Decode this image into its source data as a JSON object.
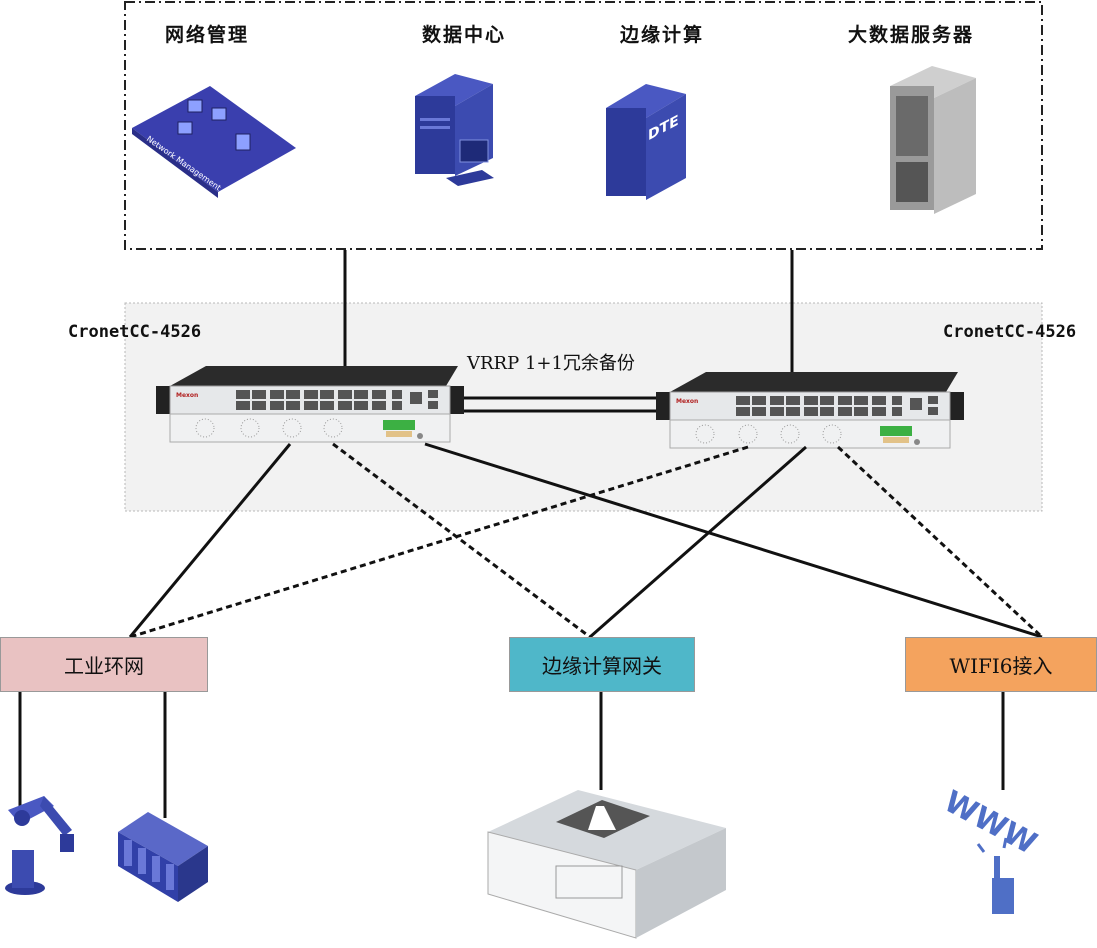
{
  "top_group": {
    "items": [
      {
        "label": "网络管理",
        "icon": "network-management-icon",
        "icon_text": "Network Management"
      },
      {
        "label": "数据中心",
        "icon": "server-tower-icon"
      },
      {
        "label": "边缘计算",
        "icon": "dte-server-icon",
        "icon_text": "DTE"
      },
      {
        "label": "大数据服务器",
        "icon": "rack-server-icon"
      }
    ]
  },
  "switches": {
    "left_model": "CronetCC-4526",
    "right_model": "CronetCC-4526",
    "redundancy_label": "VRRP 1+1冗余备份",
    "brand_text": "Mexon"
  },
  "access_boxes": [
    {
      "label": "工业环网",
      "color": "#e9c2c2"
    },
    {
      "label": "边缘计算网关",
      "color": "#4fb7c9"
    },
    {
      "label": "WIFI6接入",
      "color": "#f4a35e"
    }
  ],
  "bottom_devices": [
    {
      "icon": "industrial-robot-arm-icon"
    },
    {
      "icon": "plc-module-icon"
    },
    {
      "icon": "edge-gateway-server-icon"
    },
    {
      "icon": "www-click-icon",
      "icon_text": "WWW"
    }
  ]
}
